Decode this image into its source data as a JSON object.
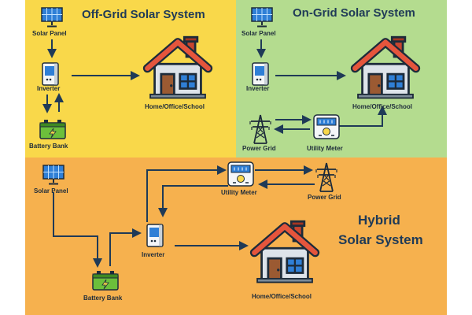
{
  "off_grid": {
    "title": "Off-Grid Solar System",
    "solar_panel": "Solar Panel",
    "inverter": "Inverter",
    "battery_bank": "Battery Bank",
    "home": "Home/Office/School"
  },
  "on_grid": {
    "title": "On-Grid Solar System",
    "solar_panel": "Solar Panel",
    "inverter": "Inverter",
    "home": "Home/Office/School",
    "power_grid": "Power Grid",
    "utility_meter": "Utility Meter"
  },
  "hybrid": {
    "title_line1": "Hybrid",
    "title_line2": "Solar System",
    "solar_panel": "Solar Panel",
    "utility_meter": "Utility Meter",
    "power_grid": "Power Grid",
    "inverter": "Inverter",
    "battery_bank": "Battery Bank",
    "home": "Home/Office/School"
  },
  "colors": {
    "off_grid_bg": "#f9d84a",
    "on_grid_bg": "#b4dc8f",
    "hybrid_bg": "#f6b14e",
    "arrow": "#1f3a57",
    "title": "#1f3a57"
  },
  "icons": [
    "solar-panel-icon",
    "inverter-icon",
    "battery-icon",
    "house-icon",
    "power-grid-tower-icon",
    "utility-meter-icon"
  ]
}
